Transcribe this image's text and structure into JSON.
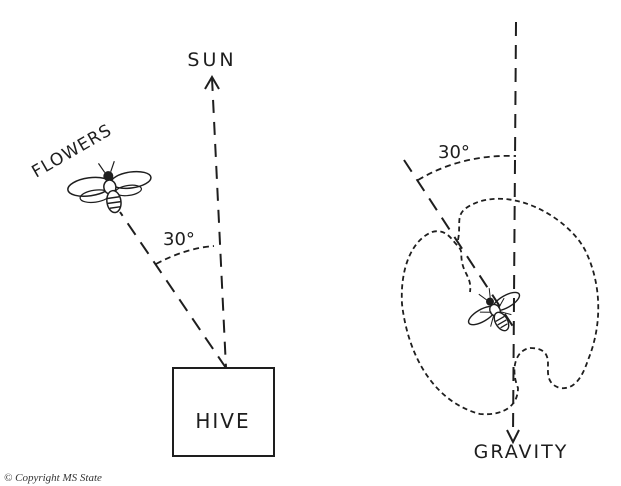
{
  "left_diagram": {
    "sun_label": "SUN",
    "flowers_label": "FLOWERS",
    "angle_label": "30°",
    "hive_label": "HIVE"
  },
  "right_diagram": {
    "angle_label": "30°",
    "gravity_label": "GRAVITY"
  },
  "copyright": "© Copyright MS State",
  "colors": {
    "ink": "#1e1e1e",
    "background": "#ffffff"
  }
}
